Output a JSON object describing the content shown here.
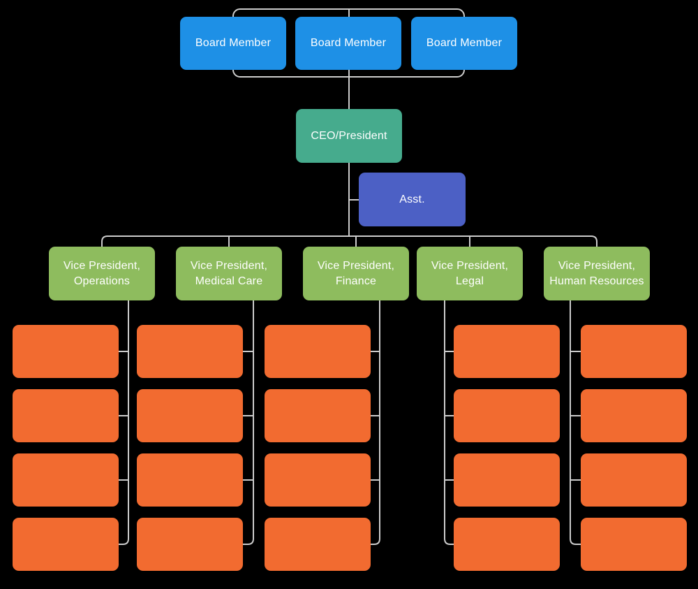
{
  "canvas": {
    "background": "#000000"
  },
  "colors": {
    "board": "#1e90e6",
    "ceo": "#46ab8d",
    "assistant": "#4c60c5",
    "vice_president": "#8ebc5e",
    "subordinate": "#f26b30",
    "text": "#ffffff",
    "connector": "#cccccc"
  },
  "org_chart": {
    "board_members": [
      {
        "label": "Board Member"
      },
      {
        "label": "Board Member"
      },
      {
        "label": "Board Member"
      }
    ],
    "ceo": {
      "label": "CEO/President"
    },
    "assistant": {
      "label": "Asst."
    },
    "vice_presidents": [
      {
        "id": "operations",
        "label_lines": [
          "Vice President,",
          "Operations"
        ],
        "subordinate_count": 4
      },
      {
        "id": "medical-care",
        "label_lines": [
          "Vice President,",
          "Medical Care"
        ],
        "subordinate_count": 4
      },
      {
        "id": "finance",
        "label_lines": [
          "Vice President,",
          "Finance"
        ],
        "subordinate_count": 4
      },
      {
        "id": "legal",
        "label_lines": [
          "Vice President,",
          "Legal"
        ],
        "subordinate_count": 4
      },
      {
        "id": "human-resources",
        "label_lines": [
          "Vice President,",
          "Human Resources"
        ],
        "subordinate_count": 4
      }
    ]
  }
}
